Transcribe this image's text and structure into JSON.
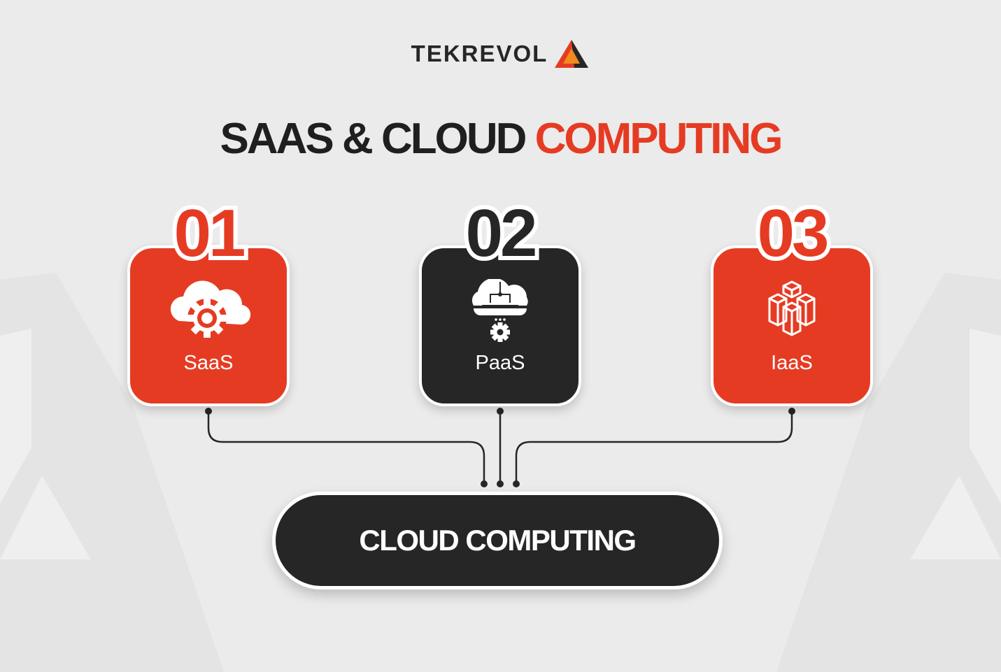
{
  "brand": {
    "logo_text": "TEKREVOL"
  },
  "title": {
    "part1": "SAAS & CLOUD ",
    "part2": "COMPUTING"
  },
  "cards": [
    {
      "number": "01",
      "label": "SaaS",
      "icon": "cloud-gear-icon",
      "color": "#e63b23"
    },
    {
      "number": "02",
      "label": "PaaS",
      "icon": "cloud-network-gear-icon",
      "color": "#262626"
    },
    {
      "number": "03",
      "label": "IaaS",
      "icon": "server-boxes-icon",
      "color": "#e63b23"
    }
  ],
  "center": {
    "label": "CLOUD COMPUTING"
  },
  "colors": {
    "accent": "#e63b23",
    "dark": "#262626",
    "background": "#ebebeb"
  }
}
